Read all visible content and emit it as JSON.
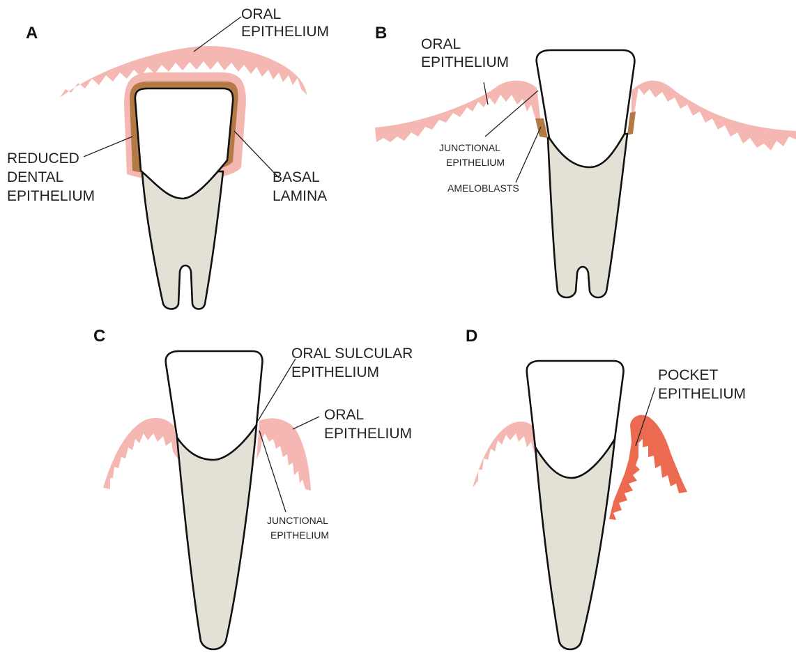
{
  "colors": {
    "oral_epithelium": "#f4b7b1",
    "pocket_epithelium": "#ec6a50",
    "basal_lamina": "#b37a45",
    "root": "#e3e0d6",
    "crown": "#ffffff",
    "outline": "#111111"
  },
  "panels": {
    "a": {
      "letter": "A",
      "oral_epithelium": [
        "ORAL",
        "EPITHELIUM"
      ],
      "reduced_dental_epithelium": [
        "REDUCED",
        "DENTAL",
        "EPITHELIUM"
      ],
      "basal_lamina": [
        "BASAL",
        "LAMINA"
      ]
    },
    "b": {
      "letter": "B",
      "oral_epithelium": [
        "ORAL",
        "EPITHELIUM"
      ],
      "junctional_epithelium": [
        "JUNCTIONAL",
        "EPITHELIUM"
      ],
      "ameloblasts": "AMELOBLASTS"
    },
    "c": {
      "letter": "C",
      "oral_sulcular_epithelium": [
        "ORAL SULCULAR",
        "EPITHELIUM"
      ],
      "oral_epithelium": [
        "ORAL",
        "EPITHELIUM"
      ],
      "junctional_epithelium": [
        "JUNCTIONAL",
        "EPITHELIUM"
      ]
    },
    "d": {
      "letter": "D",
      "pocket_epithelium": [
        "POCKET",
        "EPITHELIUM"
      ]
    }
  }
}
